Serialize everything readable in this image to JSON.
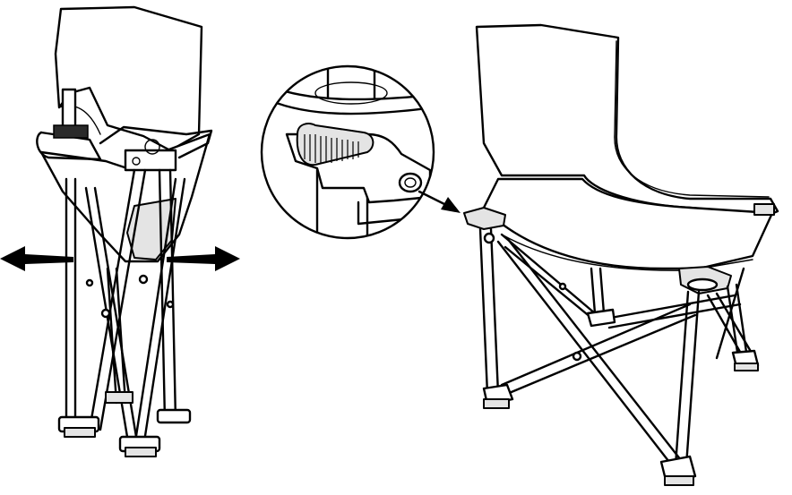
{
  "illustration": {
    "folded_chair": {
      "action": "unfold-outward",
      "arrows": 2
    },
    "detail_callout": {
      "subject": "leg-joint-lock-collar"
    },
    "unfolded_chair": {
      "state": "open"
    },
    "colors": {
      "line": "#000000",
      "fabric": "#ffffff",
      "shade": "#e4e4e4"
    }
  }
}
